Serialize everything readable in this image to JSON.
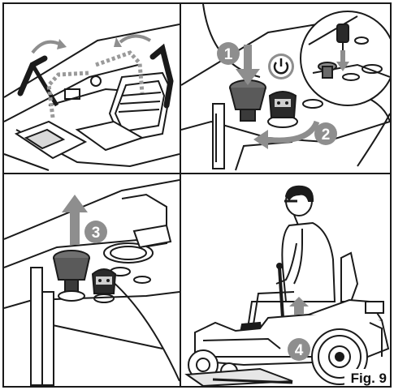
{
  "figure": {
    "caption": "Fig. 9",
    "colors": {
      "line": "#1a1a1a",
      "accent_gray": "#8e8e8e",
      "light_gray": "#d2d2d2",
      "background": "#ffffff"
    },
    "panels": [
      {
        "name": "lap-bars-raise",
        "icon": "curved-arrow-icon"
      },
      {
        "name": "press-pto-and-turn-key",
        "icon": "power-icon",
        "steps": [
          "1",
          "2"
        ]
      },
      {
        "name": "pull-knob-up",
        "steps": [
          "3"
        ]
      },
      {
        "name": "operator-on-mower",
        "steps": [
          "4"
        ]
      }
    ]
  }
}
